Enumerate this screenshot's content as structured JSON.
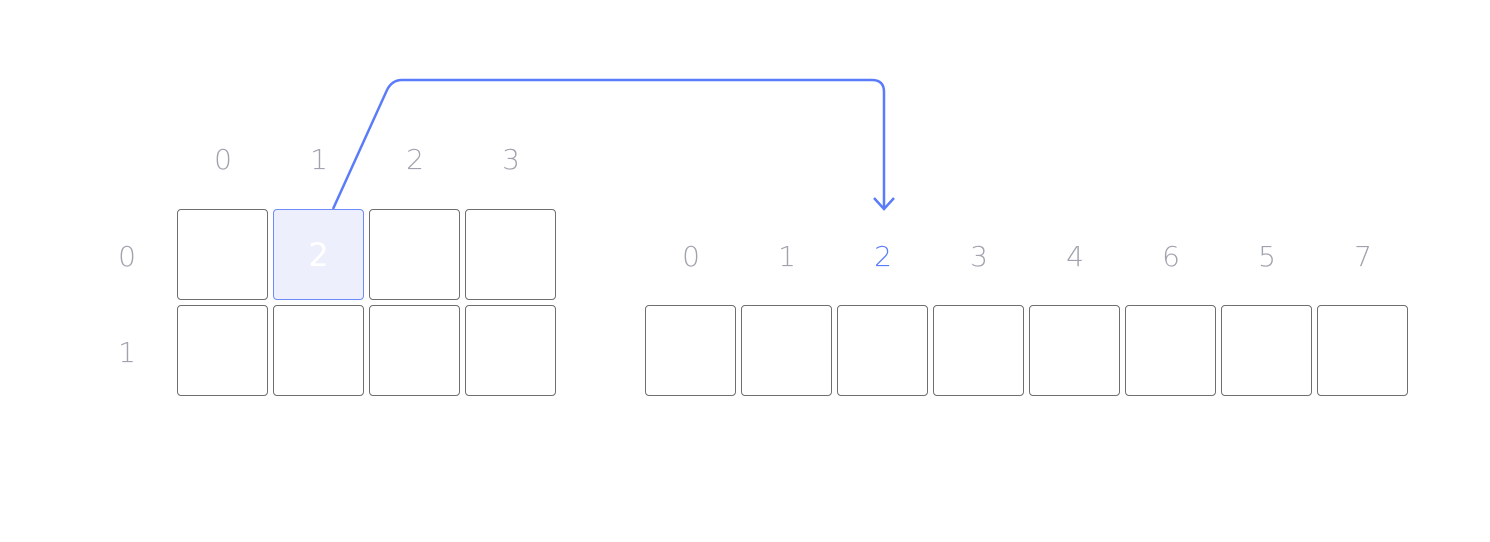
{
  "matrix": {
    "col_labels": [
      "0",
      "1",
      "2",
      "3"
    ],
    "row_labels": [
      "0",
      "1"
    ],
    "rows": [
      [
        "",
        "2",
        "",
        ""
      ],
      [
        "",
        "",
        "",
        ""
      ]
    ],
    "highlight": {
      "row": 0,
      "col": 1
    }
  },
  "array": {
    "index_labels": [
      "0",
      "1",
      "2",
      "3",
      "4",
      "6",
      "5",
      "7"
    ],
    "cells": [
      "",
      "",
      "",
      "",
      "",
      "",
      "",
      ""
    ],
    "highlight_index": 2
  },
  "colors": {
    "accent": "#5b7cfa",
    "label": "#a0a2ad",
    "border": "#6e6e70",
    "highlight_fill": "#edf0fc"
  }
}
